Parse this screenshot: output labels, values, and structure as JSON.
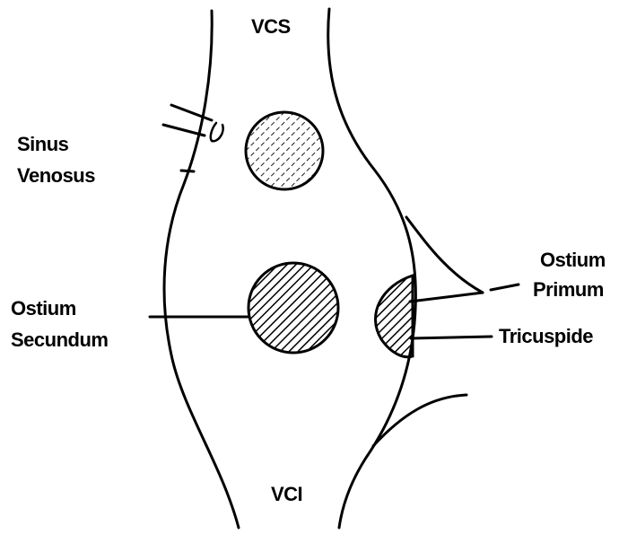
{
  "labels": {
    "vcs": "VCS",
    "vci": "VCI",
    "sinus_venosus": [
      "Sinus",
      "Venosus"
    ],
    "ostium_secundum": [
      "Ostium",
      "Secundum"
    ],
    "ostium_primum": [
      "Ostium",
      "Primum"
    ],
    "tricuspide": "Tricuspide"
  },
  "colors": {
    "ink": "#000000",
    "background": "#ffffff"
  }
}
